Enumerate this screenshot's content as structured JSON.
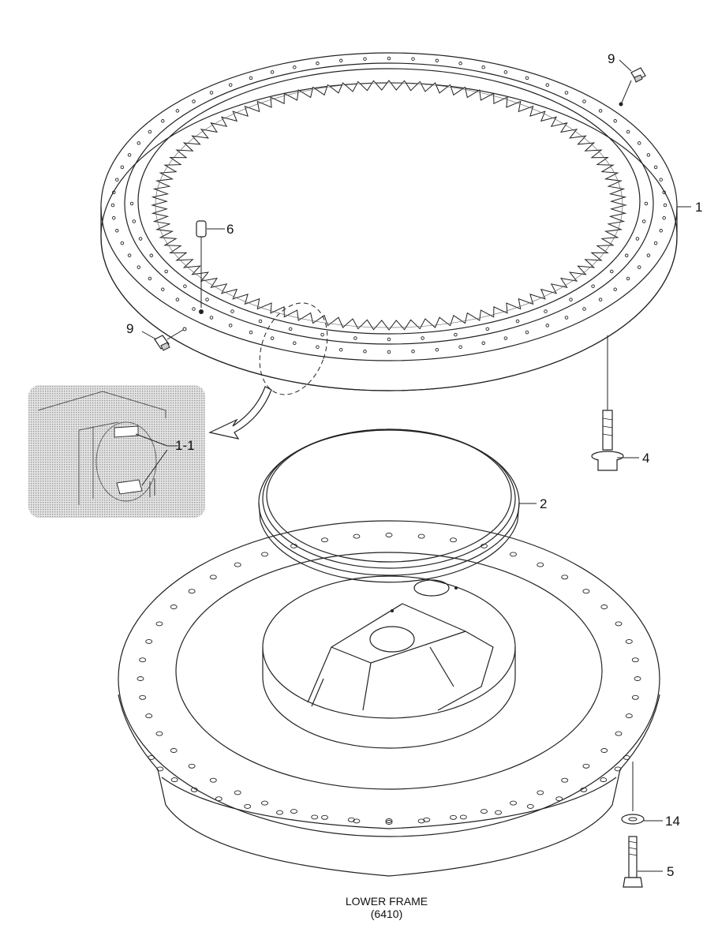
{
  "callouts": {
    "bearing": "1",
    "detail": "1-1",
    "seal": "2",
    "bolt_upper": "4",
    "bolt_lower": "5",
    "pin": "6",
    "fitting_top": "9",
    "fitting_left": "9",
    "washer": "14"
  },
  "caption": {
    "line1": "LOWER FRAME",
    "line2": "(6410)"
  },
  "colors": {
    "line": "#222222",
    "detail_background": "#d8d8d8"
  }
}
